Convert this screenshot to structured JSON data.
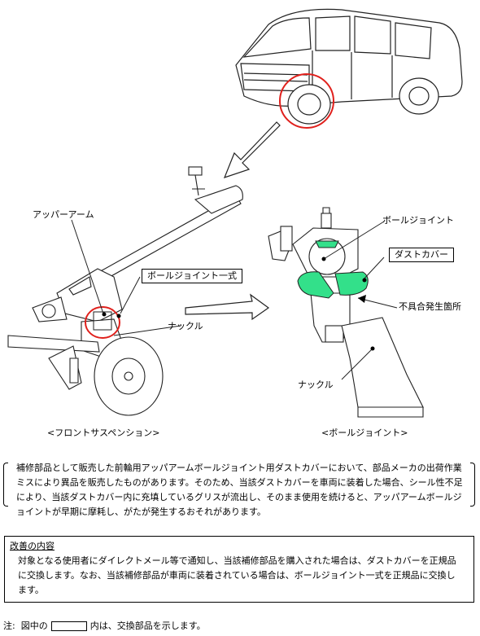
{
  "labels": {
    "upper_arm": "アッパーアーム",
    "ball_joint_assy": "ボールジョイント一式",
    "knuckle_left": "ナックル",
    "ball_joint": "ボールジョイント",
    "dust_cover": "ダストカバー",
    "defect_location": "不具合発生箇所",
    "knuckle_right": "ナックル"
  },
  "captions": {
    "front_suspension": "<フロントサスペンション>",
    "ball_joint_view": "<ボールジョイント>"
  },
  "description": "補修部品として販売した前輪用アッパアームボールジョイント用ダストカバーにおいて、部品メーカの出荷作業ミスにより異品を販売したものがあります。そのため、当該ダストカバーを車両に装着した場合、シール性不足により、当該ダストカバー内に充填しているグリスが流出し、そのまま使用を続けると、アッパアームボールジョイントが早期に摩耗し、がたが発生するおそれがあります。",
  "improvement": {
    "title": "改善の内容",
    "body": "対象となる使用者にダイレクトメール等で通知し、当該補修部品を購入された場合は、ダストカバーを正規品に交換します。なお、当該補修部品が車両に装着されている場合は、ボールジョイント一式を正規品に交換します。"
  },
  "note": {
    "prefix": "注:",
    "text_before": "図中の",
    "text_after": "内は、交換部品を示します。"
  },
  "colors": {
    "highlight_green": "#33e08a",
    "circle_red": "#e0201c"
  }
}
